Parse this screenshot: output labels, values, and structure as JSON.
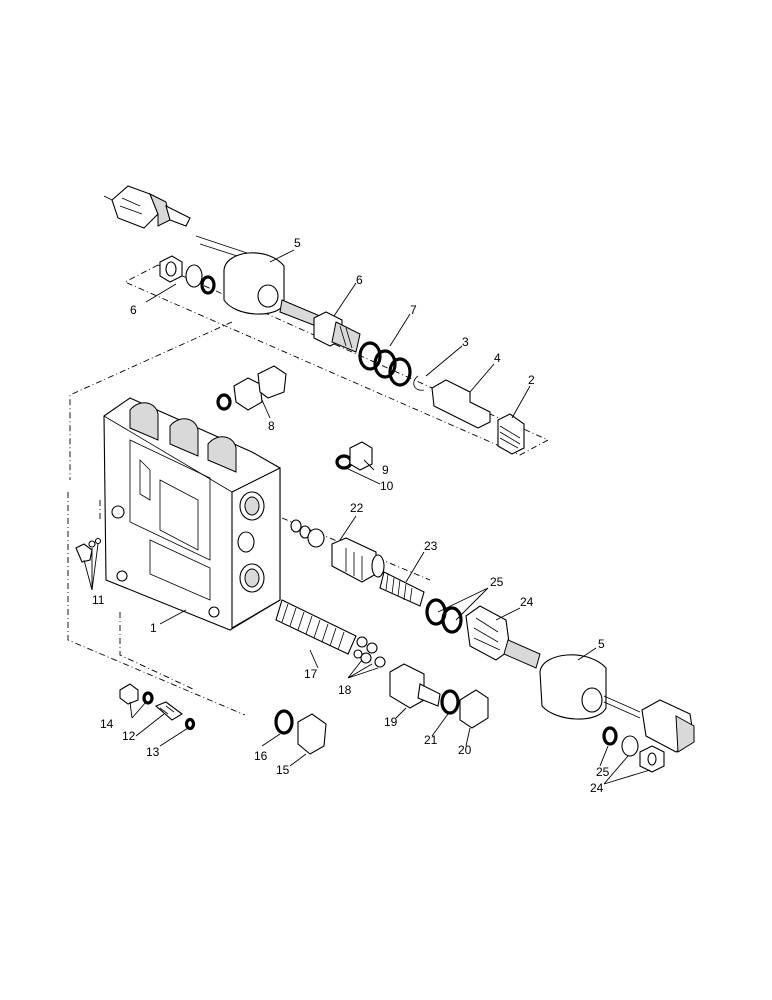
{
  "diagram": {
    "callouts": {
      "c1": "1",
      "c2": "2",
      "c3": "3",
      "c4": "4",
      "c5a": "5",
      "c5b": "5",
      "c6a": "6",
      "c6b": "6",
      "c7": "7",
      "c8": "8",
      "c9": "9",
      "c10": "10",
      "c11": "11",
      "c12": "12",
      "c13": "13",
      "c14": "14",
      "c15": "15",
      "c16": "16",
      "c17": "17",
      "c18": "18",
      "c19": "19",
      "c20": "20",
      "c21": "21",
      "c22": "22",
      "c23": "23",
      "c24a": "24",
      "c24b": "24",
      "c25a": "25",
      "c25b": "25"
    }
  }
}
